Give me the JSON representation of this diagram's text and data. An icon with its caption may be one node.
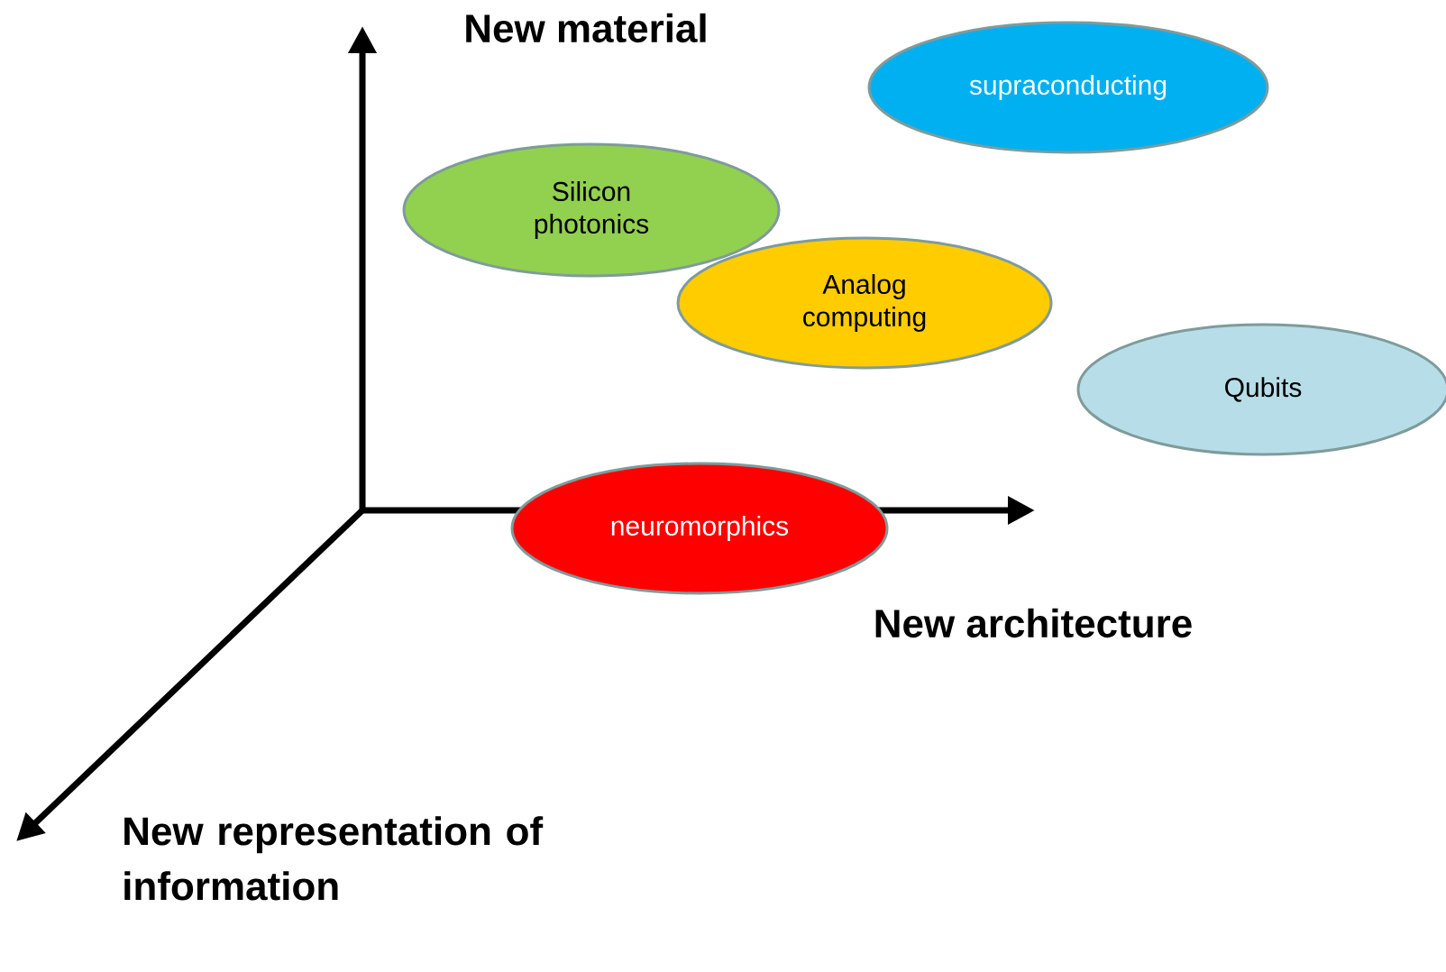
{
  "diagram": {
    "nodes": [
      {
        "text": [
          "supraconducting"
        ]
      },
      {
        "text": [
          "Silicon photonics"
        ]
      },
      {
        "text": [
          "Analog computing"
        ]
      },
      {
        "text": [
          "Qubits"
        ]
      },
      {
        "text": [
          "neuromorphics"
        ]
      }
    ],
    "labels": [
      "New material",
      "New architecture",
      "New representation of information"
    ]
  }
}
